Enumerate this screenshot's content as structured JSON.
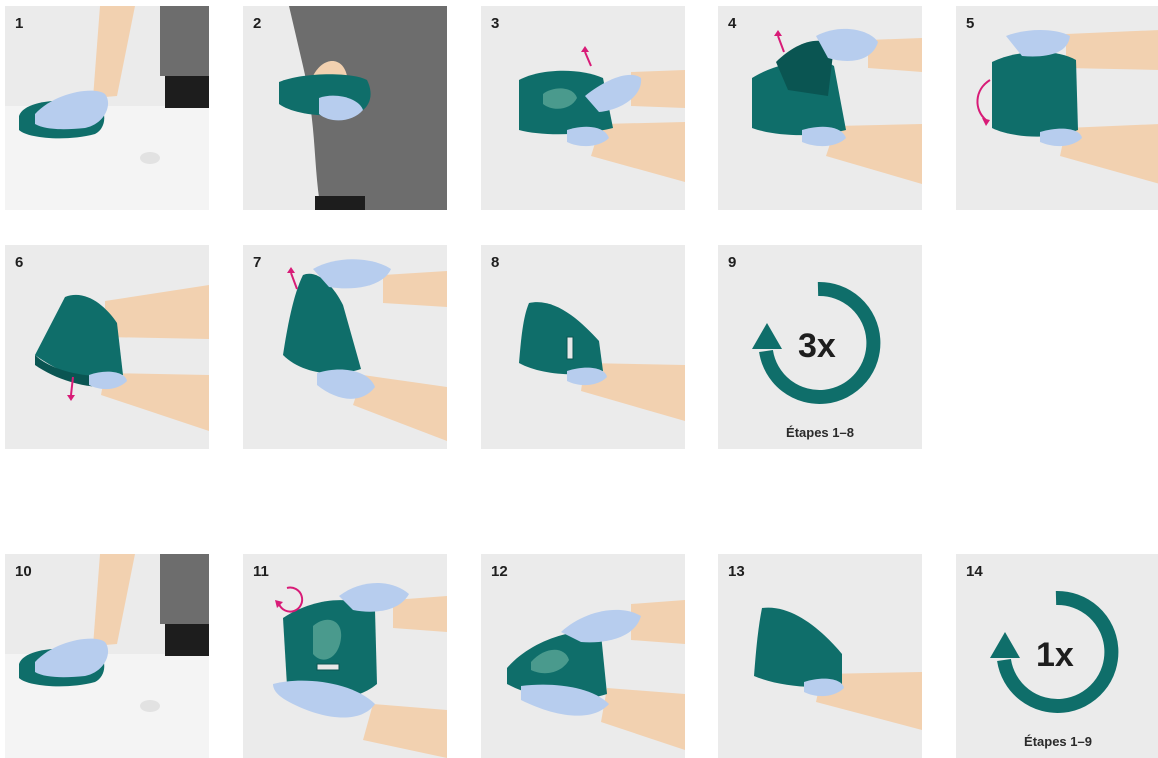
{
  "colors": {
    "panel_bg": "#ebebeb",
    "cloth": "#0f6e6a",
    "cloth_dark": "#0a5552",
    "glove": "#b7cdee",
    "skin": "#f2d1b0",
    "shirt": "#6d6d6d",
    "arrow": "#d81b77",
    "loop": "#0f6e6a"
  },
  "steps": [
    {
      "number": "1",
      "icon": "cloth-wiping-table-icon"
    },
    {
      "number": "2",
      "icon": "cloth-folded-in-hand-icon"
    },
    {
      "number": "3",
      "icon": "cloth-fold-up-icon"
    },
    {
      "number": "4",
      "icon": "cloth-lift-corner-icon"
    },
    {
      "number": "5",
      "icon": "cloth-turn-over-icon"
    },
    {
      "number": "6",
      "icon": "cloth-fold-down-icon"
    },
    {
      "number": "7",
      "icon": "cloth-lift-corner-icon"
    },
    {
      "number": "8",
      "icon": "cloth-folded-in-hand-icon"
    },
    {
      "number": "9",
      "icon": "repeat-loop-icon",
      "count": "3x",
      "caption": "Étapes 1–8"
    },
    {
      "number": "10",
      "icon": "cloth-wiping-table-icon"
    },
    {
      "number": "11",
      "icon": "cloth-unfold-rotate-icon"
    },
    {
      "number": "12",
      "icon": "cloth-refold-icon"
    },
    {
      "number": "13",
      "icon": "cloth-folded-in-hand-icon"
    },
    {
      "number": "14",
      "icon": "repeat-loop-icon",
      "count": "1x",
      "caption": "Étapes 1–9"
    }
  ]
}
